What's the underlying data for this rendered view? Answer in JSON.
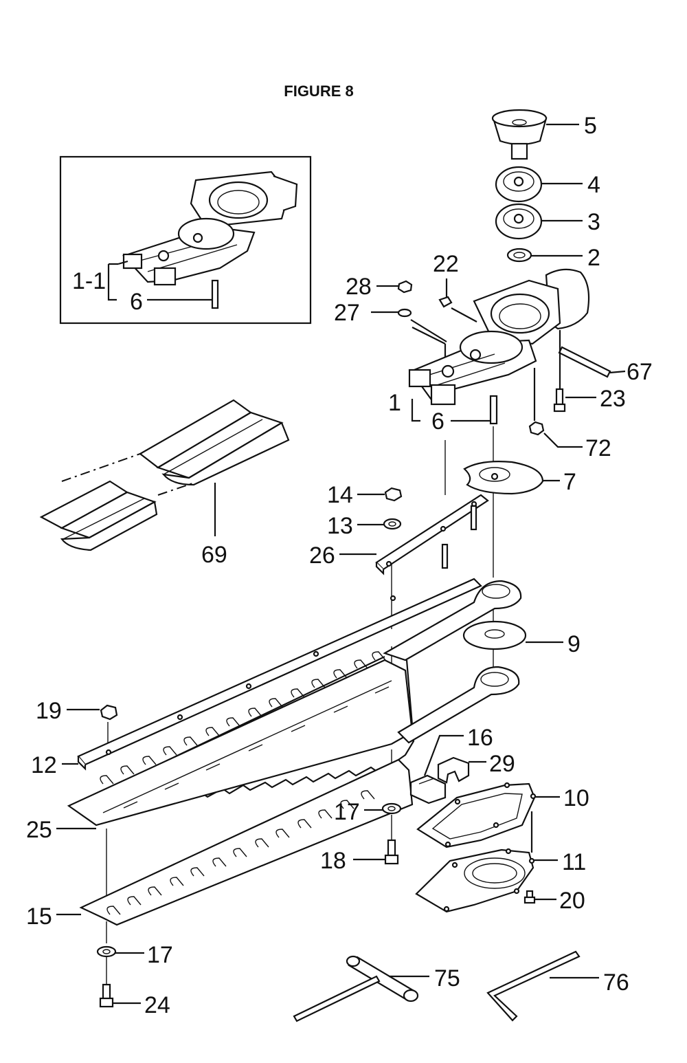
{
  "title": "FIGURE 8",
  "labels": {
    "p1": "1",
    "p1_1": "1-1",
    "p2": "2",
    "p3": "3",
    "p4": "4",
    "p5": "5",
    "p6a": "6",
    "p6b": "6",
    "p7": "7",
    "p9": "9",
    "p10": "10",
    "p11": "11",
    "p12": "12",
    "p13": "13",
    "p14": "14",
    "p15": "15",
    "p16": "16",
    "p17a": "17",
    "p17b": "17",
    "p18": "18",
    "p19": "19",
    "p20": "20",
    "p22": "22",
    "p23": "23",
    "p24": "24",
    "p25": "25",
    "p26": "26",
    "p27": "27",
    "p28": "28",
    "p29": "29",
    "p67": "67",
    "p69": "69",
    "p72": "72",
    "p75": "75",
    "p76": "76"
  }
}
